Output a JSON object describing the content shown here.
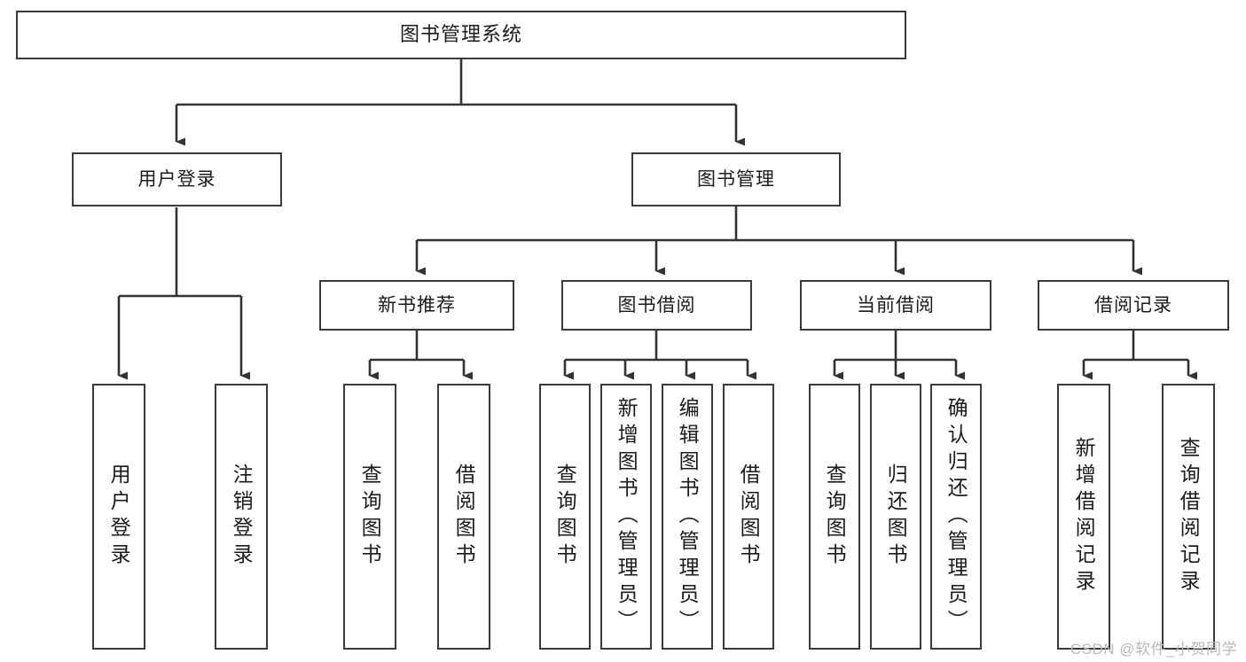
{
  "diagram": {
    "title_node": {
      "label": "图书管理系统"
    },
    "level1": [
      {
        "id": "user-login",
        "label": "用户登录"
      },
      {
        "id": "book-management",
        "label": "图书管理"
      }
    ],
    "level2": [
      {
        "id": "new-book-recommend",
        "label": "新书推荐"
      },
      {
        "id": "book-borrow",
        "label": "图书借阅"
      },
      {
        "id": "current-borrow",
        "label": "当前借阅"
      },
      {
        "id": "borrow-record",
        "label": "借阅记录"
      }
    ],
    "leaves": {
      "user_login": [
        {
          "id": "leaf-user-login",
          "label": "用户登录"
        },
        {
          "id": "leaf-logout-login",
          "label": "注销登录"
        }
      ],
      "new_book_recommend": [
        {
          "id": "leaf-query-book-1",
          "label": "查询图书"
        },
        {
          "id": "leaf-borrow-book-1",
          "label": "借阅图书"
        }
      ],
      "book_borrow": [
        {
          "id": "leaf-query-book-2",
          "label": "查询图书"
        },
        {
          "id": "leaf-add-book-admin",
          "label": "新增图书（管理员）"
        },
        {
          "id": "leaf-edit-book-admin",
          "label": "编辑图书（管理员）"
        },
        {
          "id": "leaf-borrow-book-2",
          "label": "借阅图书"
        }
      ],
      "current_borrow": [
        {
          "id": "leaf-query-book-3",
          "label": "查询图书"
        },
        {
          "id": "leaf-return-book",
          "label": "归还图书"
        },
        {
          "id": "leaf-confirm-return-admin",
          "label": "确认归还（管理员）"
        }
      ],
      "borrow_record": [
        {
          "id": "leaf-add-borrow-record",
          "label": "新增借阅记录"
        },
        {
          "id": "leaf-query-borrow-record",
          "label": "查询借阅记录"
        }
      ]
    },
    "watermark": "CSDN @软件_小贺同学",
    "colors": {
      "border": "#3a3a3a",
      "connector": "#333333",
      "background": "#ffffff",
      "text": "#1b1b1b",
      "watermark": "#b9b9b9"
    }
  }
}
